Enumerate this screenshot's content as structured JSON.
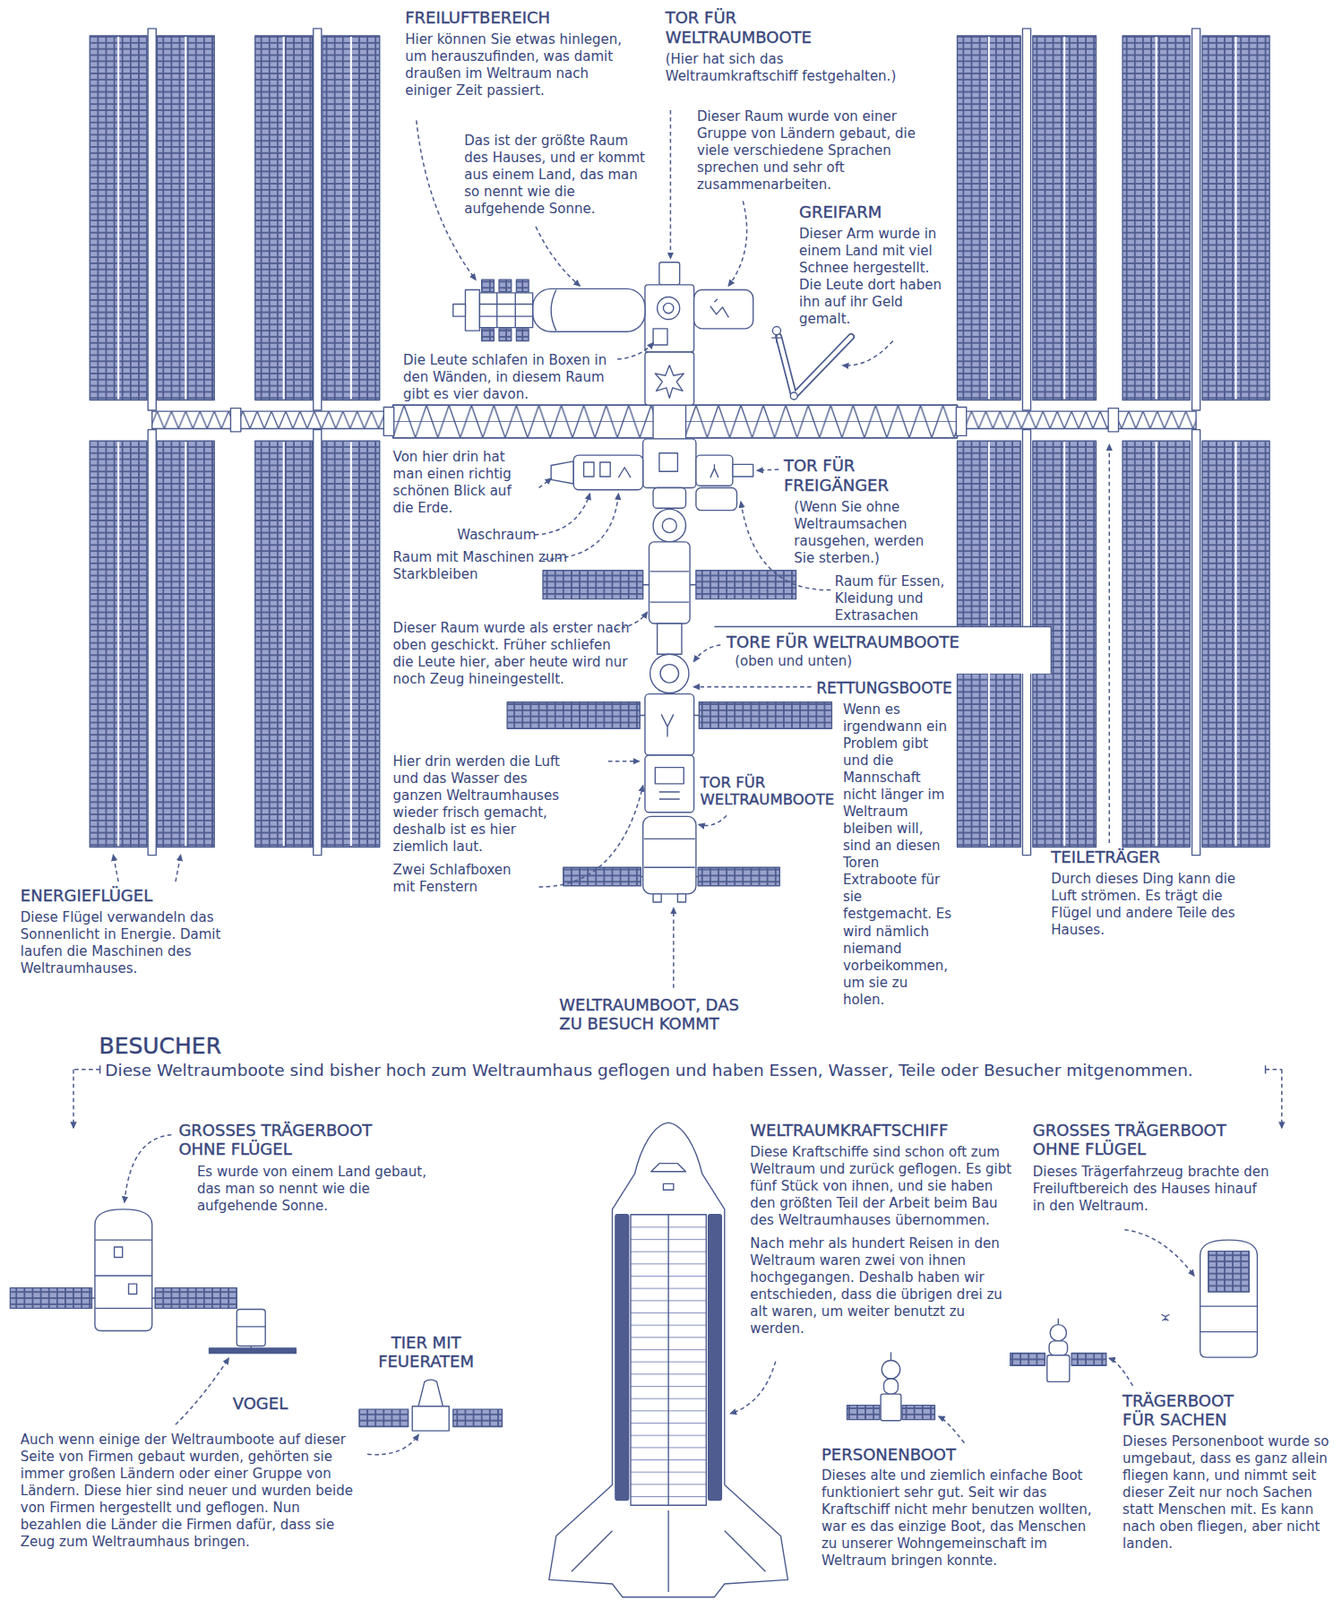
{
  "diagram": {
    "labels": [
      "FREILUFTBEREICH",
      "Hier können Sie etwas hinlegen, um herauszufinden, was damit draußen im Weltraum nach einiger Zeit passiert.",
      "TOR FÜR WELTRAUMBOOTE",
      "(Hier hat sich das Weltraumkraftschiff festgehalten.)",
      "Das ist der größte Raum des Hauses, und er kommt aus einem Land, das man so nennt wie die aufgehende Sonne.",
      "Dieser Raum wurde von einer Gruppe von Ländern gebaut, die viele verschiedene Sprachen sprechen und sehr oft zusammenarbeiten.",
      "GREIFARM",
      "Dieser Arm wurde in einem Land mit viel Schnee hergestellt. Die Leute dort haben ihn auf ihr Geld gemalt.",
      "Die Leute schlafen in Boxen in den Wänden, in diesem Raum gibt es vier davon.",
      "Von hier drin hat man einen richtig schönen Blick auf die Erde.",
      "Waschraum",
      "Raum mit Maschinen zum Starkbleiben",
      "TOR FÜR FREIGÄNGER",
      "(Wenn Sie ohne Weltraumsachen rausgehen, werden Sie sterben.)",
      "Raum für Essen, Kleidung und Extrasachen",
      "Dieser Raum wurde als erster nach oben geschickt. Früher schliefen die Leute hier, aber heute wird nur noch Zeug hineingestellt.",
      "TORE FÜR WELTRAUMBOOTE",
      "(oben und unten)",
      "RETTUNGSBOOTE",
      "Wenn es irgendwann ein Problem gibt und die Mannschaft nicht länger im Weltraum bleiben will, sind an diesen Toren Extraboote für sie festgemacht. Es wird nämlich niemand vorbeikommen, um sie zu holen.",
      "Hier drin werden die Luft und das Wasser des ganzen Weltraumhauses wieder frisch gemacht, deshalb ist es hier ziemlich laut.",
      "TOR FÜR WELTRAUMBOOTE",
      "Zwei Schlafboxen mit Fenstern",
      "TEILETRÄGER",
      "Durch dieses Ding kann die Luft strömen. Es trägt die Flügel und andere Teile des Hauses.",
      "ENERGIEFLÜGEL",
      "Diese Flügel verwandeln das Sonnenlicht in Energie. Damit laufen die Maschinen des Weltraumhauses.",
      "WELTRAUMBOOT, DAS ZU BESUCH KOMMT",
      "BESUCHER",
      "Diese Weltraumboote sind bisher hoch zum Weltraumhaus geflogen und haben Essen, Wasser, Teile oder Besucher mitgenommen.",
      "GROSSES TRÄGERBOOT OHNE FLÜGEL",
      "Es wurde von einem Land gebaut, das man so nennt wie die aufgehende Sonne.",
      "VOGEL",
      "TIER MIT FEUERATEM",
      "Auch wenn einige der Weltraumboote auf dieser Seite von Firmen gebaut wurden, gehörten sie immer großen Ländern oder einer Gruppe von Ländern. Diese hier sind neuer und wurden beide von Firmen hergestellt und geflogen. Nun bezahlen die Länder die Firmen dafür, dass sie Zeug zum Weltraumhaus bringen.",
      "WELTRAUMKRAFTSCHIFF",
      "Diese Kraftschiffe sind schon oft zum Weltraum und zurück geflogen. Es gibt fünf Stück von ihnen, und sie haben den größten Teil der Arbeit beim Bau des Weltraumhauses übernommen.",
      "Nach mehr als hundert Reisen in den Weltraum waren zwei von ihnen hochgegangen. Deshalb haben wir entschieden, dass die übrigen drei zu alt waren, um weiter benutzt zu werden.",
      "GROSSES TRÄGERBOOT OHNE FLÜGEL",
      "Dieses Trägerfahrzeug brachte den Freiluftbereich des Hauses hinauf in den Weltraum.",
      "PERSONENBOOT",
      "Dieses alte und ziemlich einfache Boot funktioniert sehr gut. Seit wir das Kraftschiff nicht mehr benutzen wollten, war es das einzige Boot, das Menschen zu unserer Wohngemeinschaft im Weltraum bringen konnte.",
      "TRÄGERBOOT FÜR SACHEN",
      "Dieses Personenboot wurde so umgebaut, dass es ganz allein fliegen kann, und nimmt seit dieser Zeit nur noch Sachen statt Menschen mit. Es kann nach oben fliegen, aber nicht landen."
    ]
  }
}
